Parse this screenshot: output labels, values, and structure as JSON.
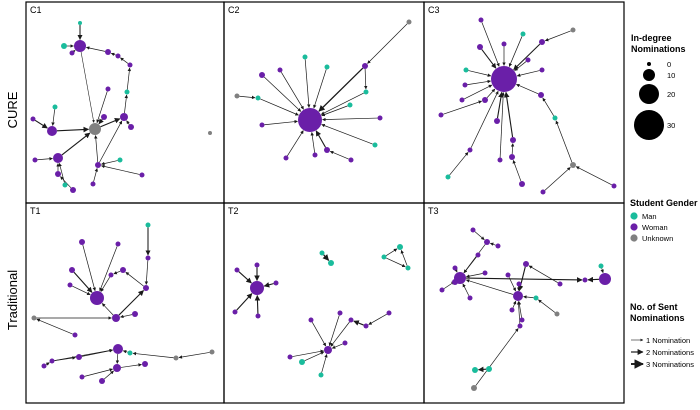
{
  "row_labels": [
    "CURE",
    "Traditional"
  ],
  "panel_labels": [
    "C1",
    "C2",
    "C3",
    "T1",
    "T2",
    "T3"
  ],
  "legend": {
    "indegree": {
      "title": [
        "In-degree",
        "Nominations"
      ],
      "values": [
        "0",
        "10",
        "20",
        "30"
      ]
    },
    "gender": {
      "title": "Student Gender",
      "items": [
        {
          "label": "Man",
          "color": "#1ABC9C"
        },
        {
          "label": "Woman",
          "color": "#6A1FA8"
        },
        {
          "label": "Unknown",
          "color": "#808080"
        }
      ]
    },
    "sent": {
      "title": [
        "No. of Sent",
        "Nominations"
      ],
      "items": [
        "1 Nomination",
        "2 Nominations",
        "3 Nominations"
      ]
    }
  },
  "colors": {
    "man": "#1ABC9C",
    "woman": "#6A1FA8",
    "unknown": "#808080",
    "edge": "#1a1a1a"
  }
}
